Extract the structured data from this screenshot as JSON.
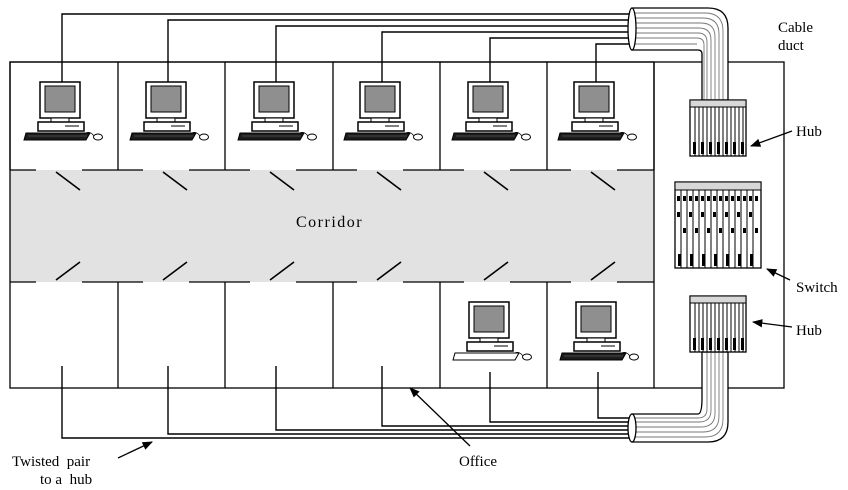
{
  "labels": {
    "cable_duct_line1": "Cable",
    "cable_duct_line2": "duct",
    "hub_top": "Hub",
    "switch": "Switch",
    "hub_bottom": "Hub",
    "corridor": "Corridor",
    "office": "Office",
    "twisted_pair_line1": "Twisted  pair",
    "twisted_pair_line2": "to a  hub"
  },
  "offices": {
    "top_row_count": 6,
    "bottom_row_count": 6,
    "top_row_with_computer": [
      1,
      2,
      3,
      4,
      5,
      6
    ],
    "bottom_row_with_computer": [
      5,
      6
    ]
  },
  "equipment": [
    "hub",
    "switch",
    "hub"
  ]
}
